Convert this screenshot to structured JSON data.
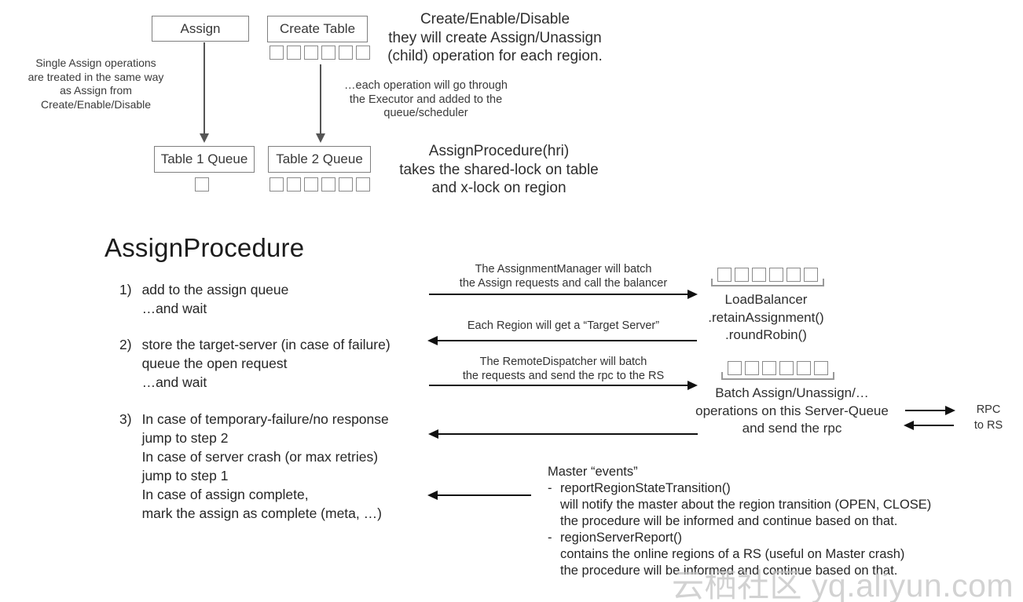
{
  "top_flow": {
    "assign_box_label": "Assign",
    "create_table_box_label": "Create Table",
    "single_assign_note": "Single Assign operations\nare treated in the same way\nas Assign from\nCreate/Enable/Disable",
    "create_enable_disable_note": "Create/Enable/Disable\nthey will create Assign/Unassign\n(child) operation for each region.",
    "executor_note": "…each operation will go through\nthe Executor and added to the\nqueue/scheduler",
    "table1_queue_label": "Table 1 Queue",
    "table2_queue_label": "Table 2 Queue",
    "assign_procedure_note": "AssignProcedure(hri)\ntakes the shared-lock on table\nand x-lock on region",
    "queue_slots": {
      "create_table": 6,
      "table1": 1,
      "table2": 6
    }
  },
  "procedure": {
    "title": "AssignProcedure",
    "steps": [
      {
        "num": "1)",
        "text": "add to the assign queue\n…and wait"
      },
      {
        "num": "2)",
        "text": "store the target-server (in case of failure)\nqueue the open request\n…and wait"
      },
      {
        "num": "3)",
        "text": "In case of temporary-failure/no response\njump to step 2\nIn case of server crash (or max retries)\njump to step 1\nIn case of assign complete,\nmark the assign as complete (meta, …)"
      }
    ]
  },
  "flows": {
    "assignment_manager_label": "The AssignmentManager will batch\nthe Assign requests and call the balancer",
    "target_server_label": "Each Region will get a “Target Server”",
    "remote_dispatcher_label": "The RemoteDispatcher will batch\nthe requests and send the rpc to the RS",
    "load_balancer_text": "LoadBalancer\n.retainAssignment()\n.roundRobin()",
    "batch_text": "Batch Assign/Unassign/…\noperations on this Server-Queue\nand send the rpc",
    "rpc_label": "RPC\nto RS",
    "queue_slots": {
      "balancer": 6,
      "server_queue": 6
    }
  },
  "master_events": {
    "title": "Master “events”",
    "items": [
      {
        "dash": "-",
        "name": "reportRegionStateTransition()",
        "desc": "will notify the master about the region transition (OPEN, CLOSE)\nthe procedure will be informed and continue based on that."
      },
      {
        "dash": "-",
        "name": "regionServerReport()",
        "desc": "contains the online regions of a RS (useful on Master crash)\nthe procedure will be informed and continue based on that."
      }
    ]
  },
  "watermark": "云栖社区 yq.aliyun.com"
}
